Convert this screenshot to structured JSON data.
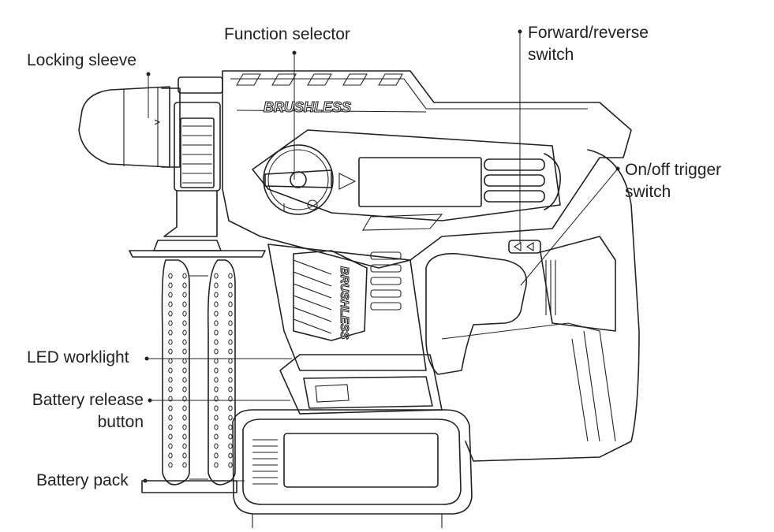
{
  "callouts": {
    "locking_sleeve": "Locking sleeve",
    "function_selector": "Function selector",
    "forward_reverse_line1": "Forward/reverse",
    "forward_reverse_line2": "switch",
    "on_off_line1": "On/off trigger",
    "on_off_line2": "switch",
    "led_worklight": "LED worklight",
    "battery_release_line1": "Battery release",
    "battery_release_line2": "button",
    "battery_pack": "Battery pack"
  },
  "branding": {
    "housing_text": "BRUSHLESS",
    "handle_text": "BRUSHLESS"
  },
  "colors": {
    "ink": "#222222",
    "paper": "#ffffff"
  }
}
